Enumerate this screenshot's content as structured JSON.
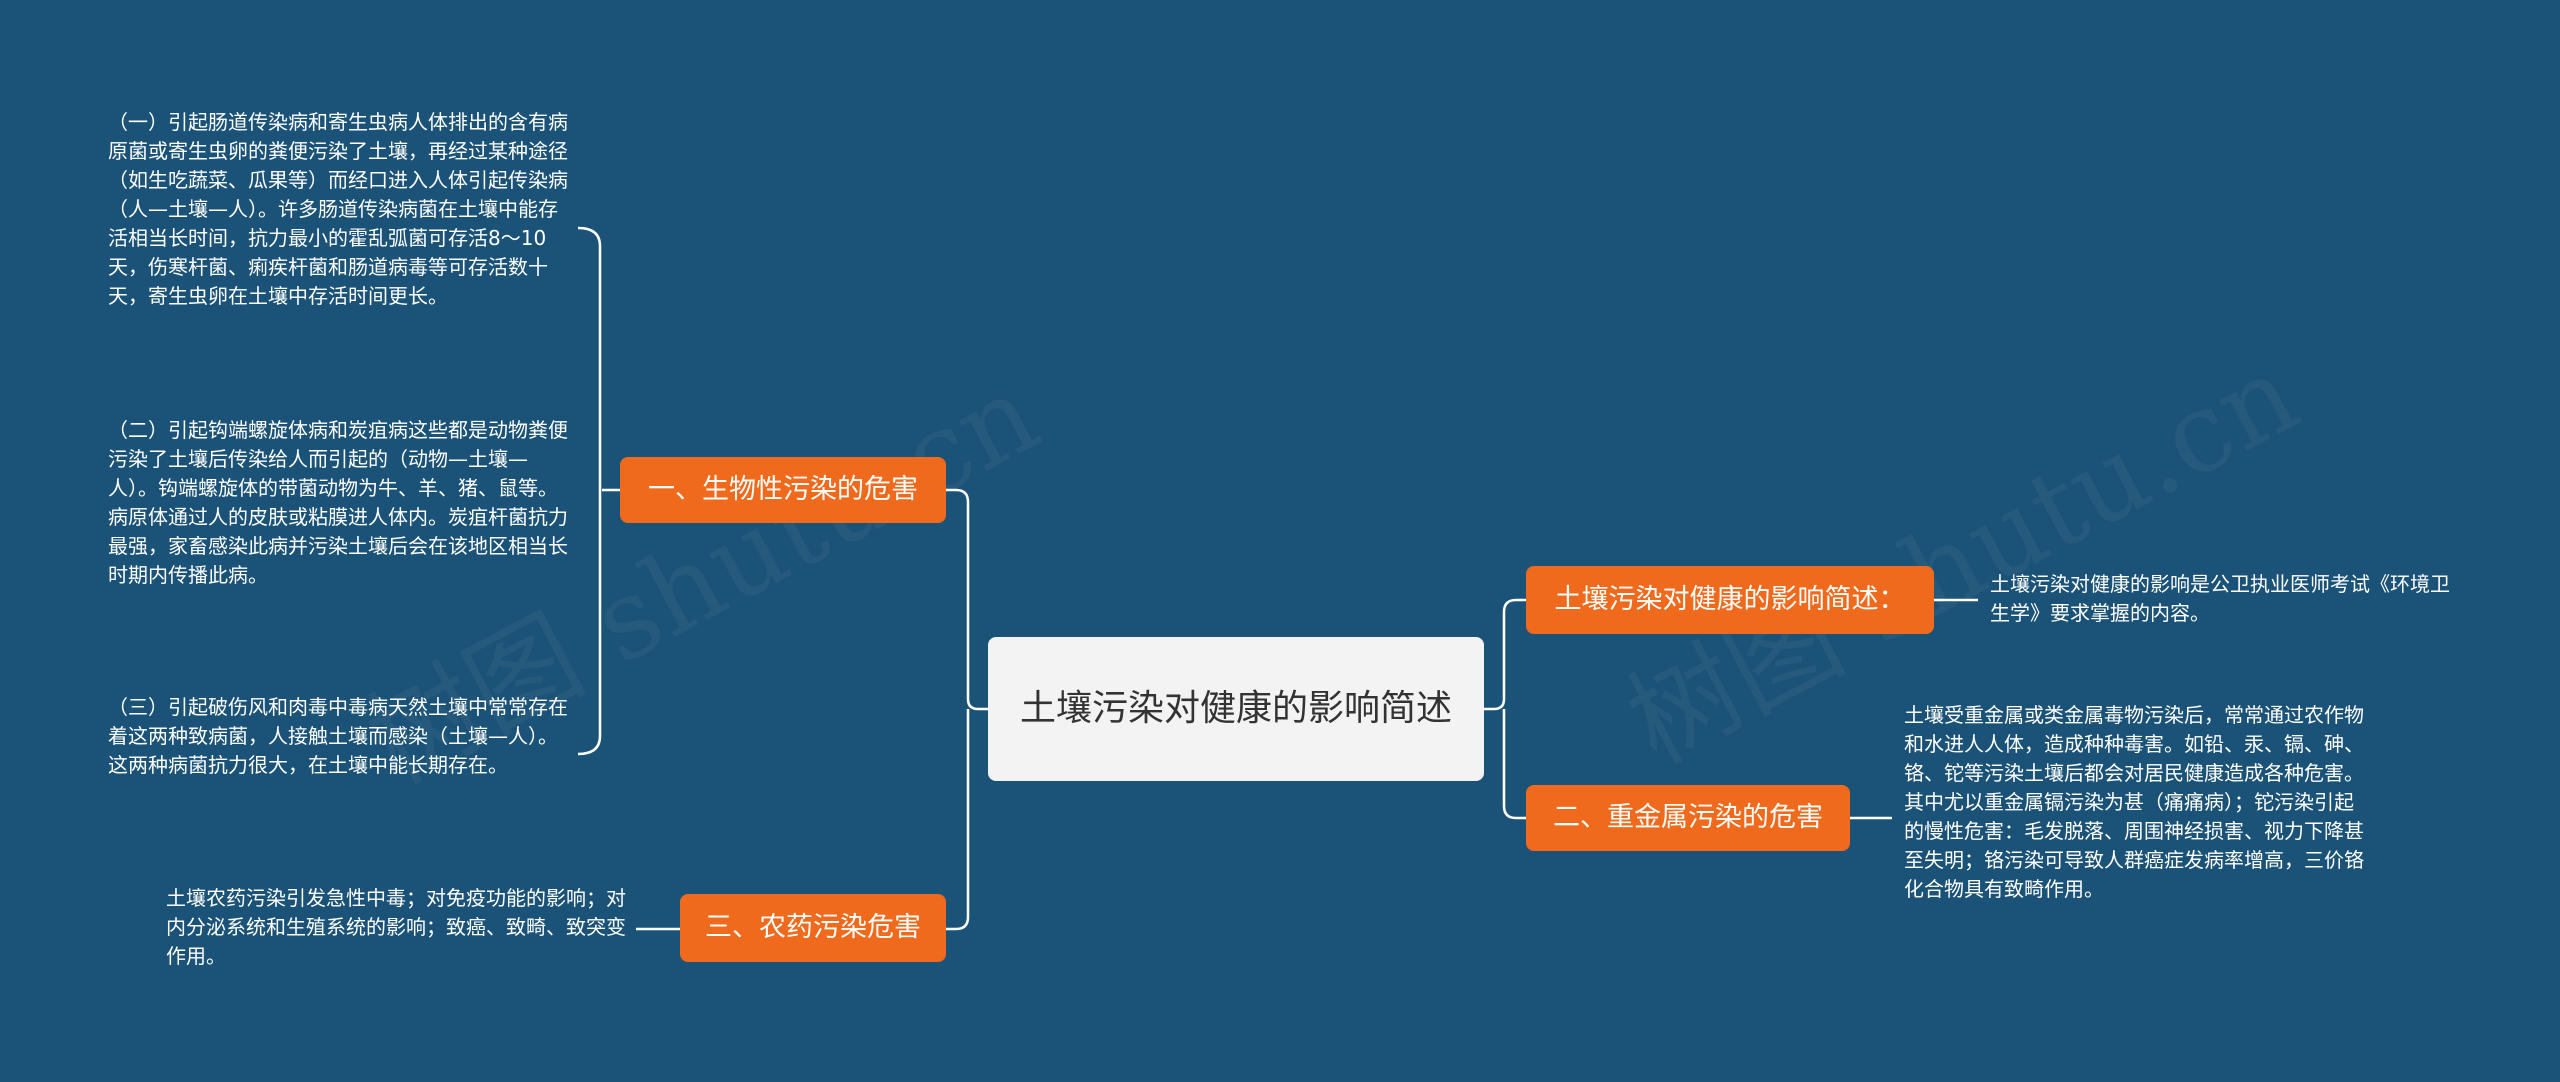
{
  "central": {
    "title": "土壤污染对健康的影响简述"
  },
  "branches": {
    "bio": {
      "label": "一、生物性污染的危害"
    },
    "pesticide": {
      "label": "三、农药污染危害"
    },
    "summary": {
      "label": "土壤污染对健康的影响简述："
    },
    "metal": {
      "label": "二、重金属污染的危害"
    }
  },
  "leaves": {
    "bio_1": "（一）引起肠道传染病和寄生虫病人体排出的含有病原菌或寄生虫卵的粪便污染了土壤，再经过某种途径（如生吃蔬菜、瓜果等）而经口进入人体引起传染病（人—土壤—人）。许多肠道传染病菌在土壤中能存活相当长时间，抗力最小的霍乱弧菌可存活8～10天，伤寒杆菌、痢疾杆菌和肠道病毒等可存活数十天，寄生虫卵在土壤中存活时间更长。",
    "bio_2": "（二）引起钩端螺旋体病和炭疽病这些都是动物粪便污染了土壤后传染给人而引起的（动物—土壤—人）。钩端螺旋体的带菌动物为牛、羊、猪、鼠等。病原体通过人的皮肤或粘膜进人体内。炭疽杆菌抗力最强，家畜感染此病并污染土壤后会在该地区相当长时期内传播此病。",
    "bio_3": "（三）引起破伤风和肉毒中毒病天然土壤中常常存在着这两种致病菌，人接触土壤而感染（土壤—人）。这两种病菌抗力很大，在土壤中能长期存在。",
    "pesticide_1": "土壤农药污染引发急性中毒；对免疫功能的影响；对内分泌系统和生殖系统的影响；致癌、致畸、致突变作用。",
    "summary_1": "土壤污染对健康的影响是公卫执业医师考试《环境卫生学》要求掌握的内容。",
    "metal_1": "土壤受重金属或类金属毒物污染后，常常通过农作物和水进人人体，造成种种毒害。如铅、汞、镉、砷、铬、铊等污染土壤后都会对居民健康造成各种危害。其中尤以重金属镉污染为甚（痛痛病）；铊污染引起的慢性危害：毛发脱落、周围神经损害、视力下降甚至失明；铬污染可导致人群癌症发病率增高，三价铬化合物具有致畸作用。"
  },
  "watermark": {
    "text": "树图 shutu.cn"
  },
  "colors": {
    "background": "#1b5277",
    "branch": "#ef6a1c",
    "central": "#f3f3f3",
    "line": "#ffffff"
  }
}
